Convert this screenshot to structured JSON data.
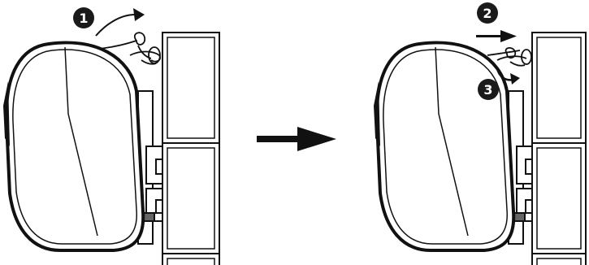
{
  "diagram": {
    "steps": [
      {
        "number": "1"
      },
      {
        "number": "2"
      },
      {
        "number": "3"
      }
    ],
    "transition_arrow": "arrow-right-icon",
    "colors": {
      "stroke": "#111111",
      "fill": "#ffffff",
      "badge": "#1a1a1a"
    }
  }
}
